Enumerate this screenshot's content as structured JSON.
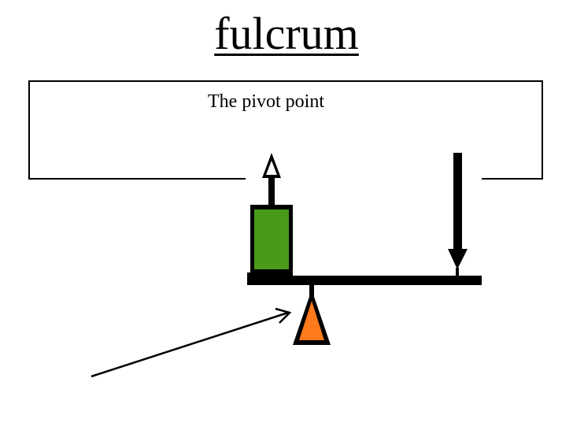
{
  "slide": {
    "title": "fulcrum",
    "definition": "The pivot point"
  },
  "diagram": {
    "colors": {
      "background": "#ffffff",
      "line": "#000000",
      "load": "#4a9a1a",
      "fulcrum": "#ff7a1a"
    },
    "elements": [
      "lever-beam",
      "load-block",
      "upward-arrow",
      "downward-effort-arrow",
      "fulcrum-triangle",
      "pointer-arrow"
    ]
  }
}
